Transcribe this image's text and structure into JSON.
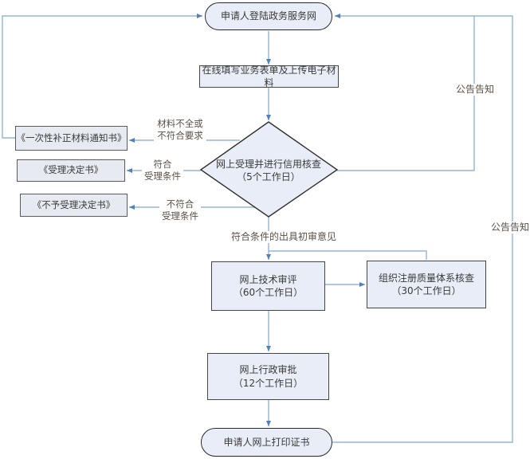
{
  "nodes": {
    "start": {
      "label": "申请人登陆政务服务网"
    },
    "fill_form": {
      "label": "在线填写业务表单及上传电子材料"
    },
    "accept_check": {
      "line1": "网上受理并进行信用核查",
      "line2": "（5个工作日）"
    },
    "notice_correction": {
      "label": "《一次性补正材料通知书》"
    },
    "notice_accept": {
      "label": "《受理决定书》"
    },
    "notice_reject": {
      "label": "《不予受理决定书》"
    },
    "tech_review": {
      "line1": "网上技术审评",
      "line2": "（60个工作日）"
    },
    "quality_system_check": {
      "line1": "组织注册质量体系核查",
      "line2": "（30个工作日）"
    },
    "admin_approval": {
      "line1": "网上行政审批",
      "line2": "（12个工作日）"
    },
    "print_cert": {
      "label": "申请人网上打印证书"
    }
  },
  "edge_labels": {
    "incomplete": {
      "line1": "材料不全或",
      "line2": "不符合要求"
    },
    "meets": {
      "line1": "符合",
      "line2": "受理条件"
    },
    "not_meets": {
      "line1": "不符合",
      "line2": "受理条件"
    },
    "initial_opinion": "符合条件的出具初审意见",
    "announce_left_line": "公告告知",
    "announce_right_line": "公告告知"
  },
  "colors": {
    "connector": "#95b3d7",
    "arrowhead": "#4f81bd",
    "node_fill": "#e9edf7",
    "node_border": "#454545",
    "node_text": "#3a3a3a",
    "edge_label_text": "#5b5048",
    "background": "#ffffff"
  }
}
